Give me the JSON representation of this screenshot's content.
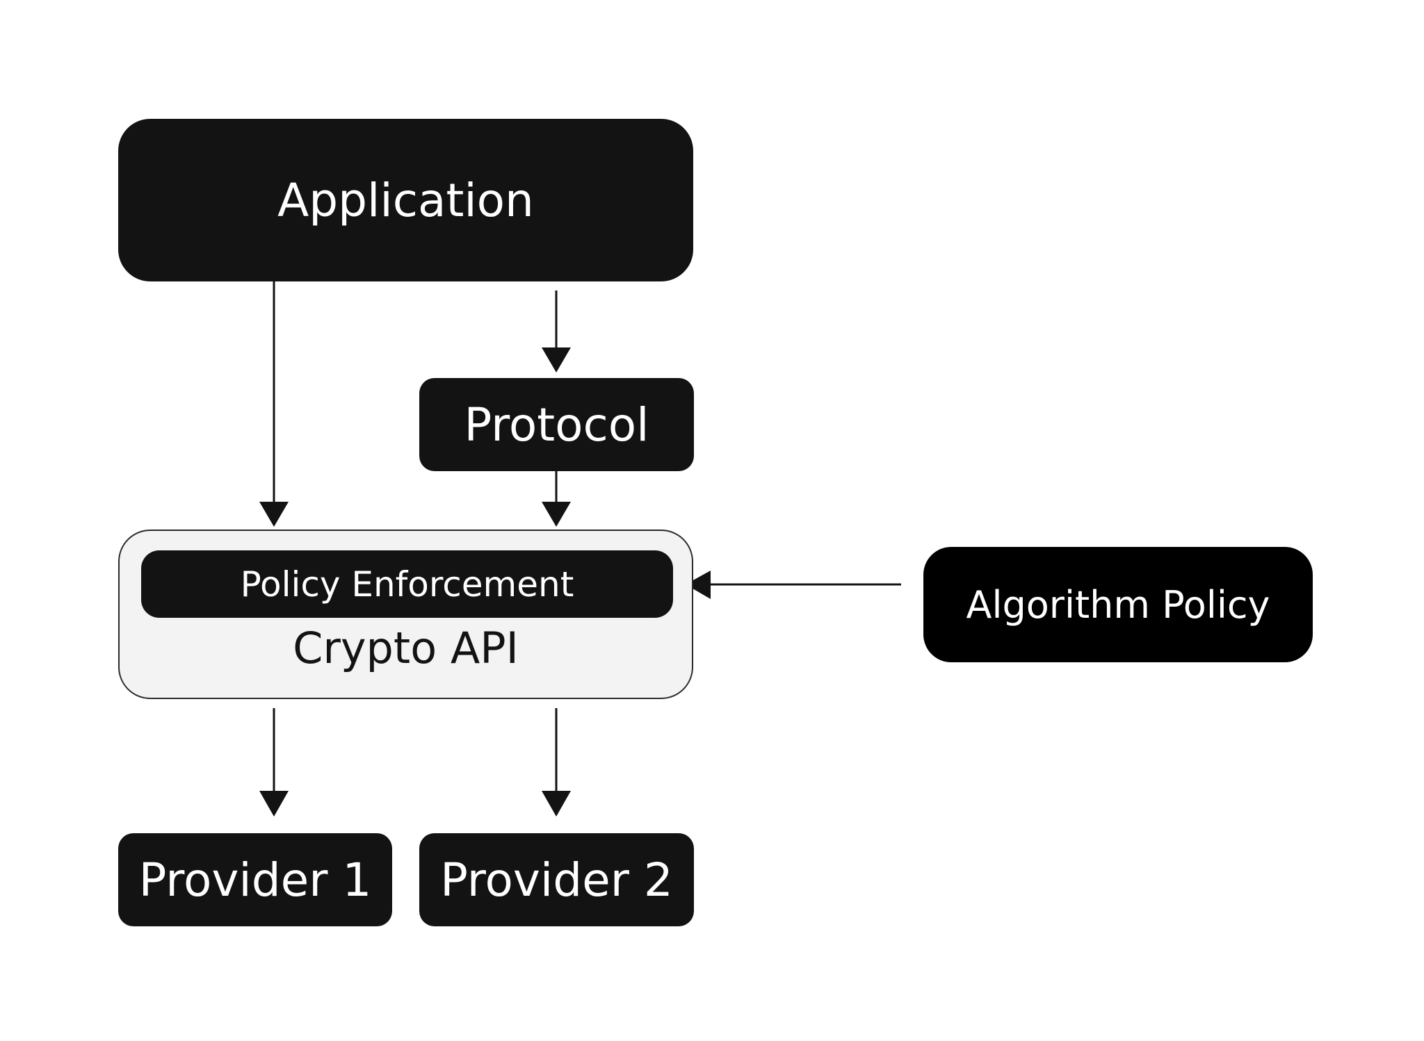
{
  "diagram": {
    "nodes": {
      "application": "Application",
      "protocol": "Protocol",
      "policy_enforcement": "Policy Enforcement",
      "crypto_api": "Crypto API",
      "algorithm_policy": "Algorithm Policy",
      "provider_1": "Provider 1",
      "provider_2": "Provider 2"
    },
    "edges": [
      {
        "from": "Application",
        "to": "Crypto API"
      },
      {
        "from": "Application",
        "to": "Protocol"
      },
      {
        "from": "Protocol",
        "to": "Crypto API"
      },
      {
        "from": "Algorithm Policy",
        "to": "Policy Enforcement"
      },
      {
        "from": "Crypto API",
        "to": "Provider 1"
      },
      {
        "from": "Crypto API",
        "to": "Provider 2"
      }
    ],
    "colors": {
      "node_fill": "#131313",
      "algorithm_policy_fill": "#000000",
      "container_fill": "#f3f3f3",
      "edge": "#131313",
      "text_on_dark": "#ffffff"
    }
  }
}
